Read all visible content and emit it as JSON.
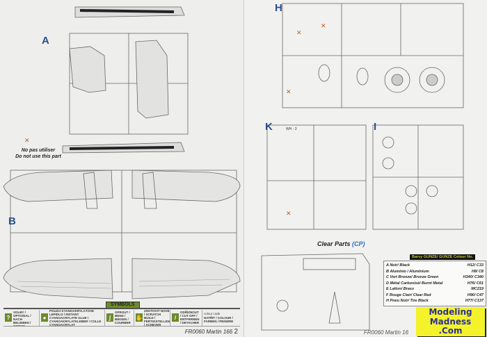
{
  "left_page": {
    "sprue_a_label": "A",
    "sprue_b_label": "B",
    "warning_line1": "No pas utiliser",
    "warning_line2": "Do not use this part",
    "symbols_title": "SYMBOLS",
    "symbols": [
      {
        "icon": "question-icon",
        "text": "MOŽNOST VOLBY / OPTIONAL / NACH BELIEBEN / OPTION"
      },
      {
        "icon": "glue-drop-icon",
        "text": "POUŽIJ KYANOAKRYLÁTOVÉ LEPIDLO / INSTANT CYANOACRYLATE GLUE / CYANOAKRYLATKLEBER / COLLE CYANOACRYLAT"
      },
      {
        "icon": "drill-icon",
        "text": "OPROUT / BEND / BIEGEN / COURBER"
      },
      {
        "icon": "scratch-build-icon",
        "text": "ZHOTOVIT NOVÉ / SCRATCH BUILD / FERTIGSTELLEN / ACHEVER"
      },
      {
        "icon": "cut-icon",
        "text": "ODŘÍZNOUT / CUT OFF / ENTFERNEN / DETACHER"
      },
      {
        "icon": "color-code-icon",
        "text": "NATŘÍT / COLOUR / FARBEN / PEINDRE",
        "code_label": "colour code"
      }
    ],
    "footer_code": "FR0060 Martin 166",
    "page_number": "2"
  },
  "right_page": {
    "sprue_h_label": "H",
    "sprue_k_label": "K",
    "sprue_k_tag": "WH - 3",
    "sprue_i_label": "I",
    "clear_parts_title": "Clear Parts",
    "clear_parts_code": "(CP)",
    "colour_table_header": "Barvy GUNZE/ GUNZE Colour No.",
    "colours": [
      {
        "key": "A",
        "name": "Noir/ Black",
        "code": "H12/ C33"
      },
      {
        "key": "B",
        "name": "Aluminio / Aluminium",
        "code": "H8/ C8"
      },
      {
        "key": "C",
        "name": "Vert Bronze/ Bronze Green",
        "code": "H340/ C340"
      },
      {
        "key": "D",
        "name": "Métal Carbonisé/ Burnt Metal",
        "code": "H76/ C61"
      },
      {
        "key": "E",
        "name": "Laiton/ Brass",
        "code": "MC219"
      },
      {
        "key": "F",
        "name": "Rouge Clair/ Clear Red",
        "code": "H90/ C47"
      },
      {
        "key": "H",
        "name": "Pneu Noir/ Tire Black",
        "code": "H77/ C137"
      }
    ],
    "watermark": [
      "Modeling",
      "Madness",
      ".Com"
    ],
    "footer_partial": "FR0060 Martin 16"
  }
}
